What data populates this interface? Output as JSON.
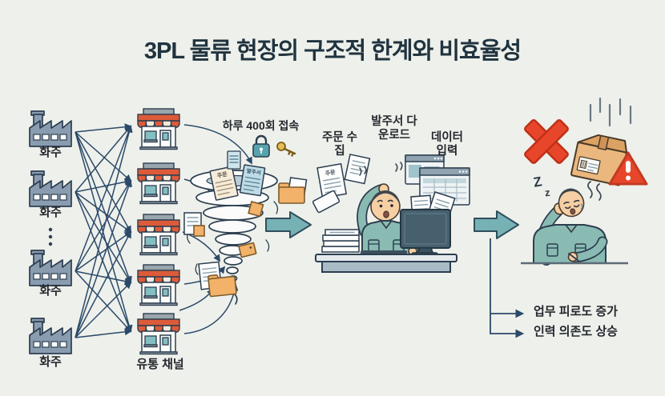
{
  "title": "3PL 물류 현장의 구조적 한계와 비효율성",
  "colors": {
    "background": "#eef0eb",
    "title_text": "#20333f",
    "connector": "#2b4a69",
    "outline": "#2c3e50",
    "teal_arrow": "#76b1b5",
    "store_awning": "#dd5b39",
    "folder": "#f3b269",
    "alert_red": "#e8462b",
    "shirt": "#8abbb3",
    "skin": "#f6cfa4",
    "monitor": "#46606e",
    "lock": "#57a3ad",
    "key": "#e8bd55",
    "box": "#eab77e"
  },
  "left_network": {
    "shipper_labels": [
      "화주",
      "화주",
      "화주",
      "화주"
    ],
    "channel_label": "유통 채널"
  },
  "funnel": {
    "caption": "하루 400회 접속",
    "doc_label_order": "주문",
    "doc_label_po": "발주서"
  },
  "workstation": {
    "task_order_collect": "주문 수집",
    "task_po_download": "발주서 다운로드",
    "task_data_entry": "데이터 입력",
    "note_label": "주문"
  },
  "outcome": {
    "sleep_big": "Z",
    "sleep_small": "z",
    "fatigue": "업무 피로도 증가",
    "dependency": "인력 의존도 상승"
  }
}
